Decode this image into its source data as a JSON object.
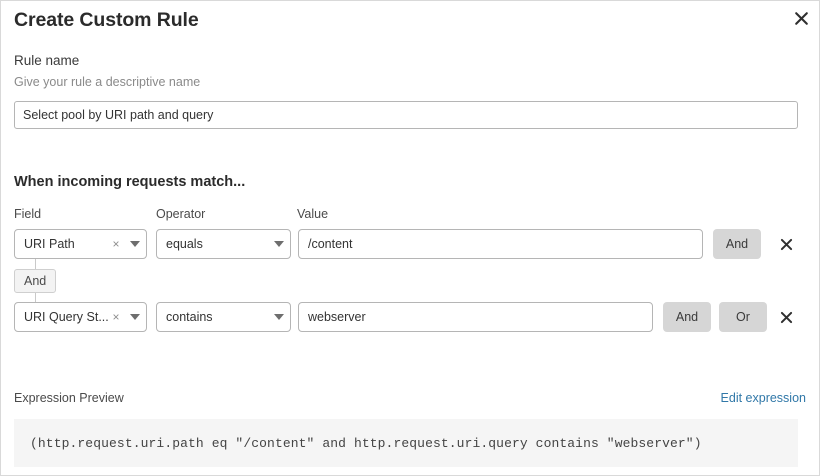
{
  "modal": {
    "title": "Create Custom Rule",
    "close_icon": "close-icon"
  },
  "rule_name": {
    "label": "Rule name",
    "helper": "Give your rule a descriptive name",
    "value": "Select pool by URI path and query",
    "placeholder": "Select pool by URI path and query"
  },
  "conditions": {
    "heading": "When incoming requests match...",
    "columns": {
      "field": "Field",
      "operator": "Operator",
      "value": "Value"
    },
    "connector": {
      "label": "And"
    },
    "rows": [
      {
        "field": "URI Path",
        "field_clear_icon": "×",
        "operator": "equals",
        "value": "/content",
        "buttons": [
          "And"
        ],
        "delete_icon": "close-icon"
      },
      {
        "field": "URI Query St...",
        "field_clear_icon": "×",
        "operator": "contains",
        "value": "webserver",
        "buttons": [
          "And",
          "Or"
        ],
        "delete_icon": "close-icon"
      }
    ]
  },
  "expression": {
    "label": "Expression Preview",
    "edit_link": "Edit expression",
    "code": "(http.request.uri.path eq \"/content\" and http.request.uri.query contains \"webserver\")"
  },
  "colors": {
    "link": "#3178a8",
    "logic_button_bg": "#d6d6d6",
    "code_bg": "#f5f5f5",
    "border": "#b5b5b5"
  }
}
